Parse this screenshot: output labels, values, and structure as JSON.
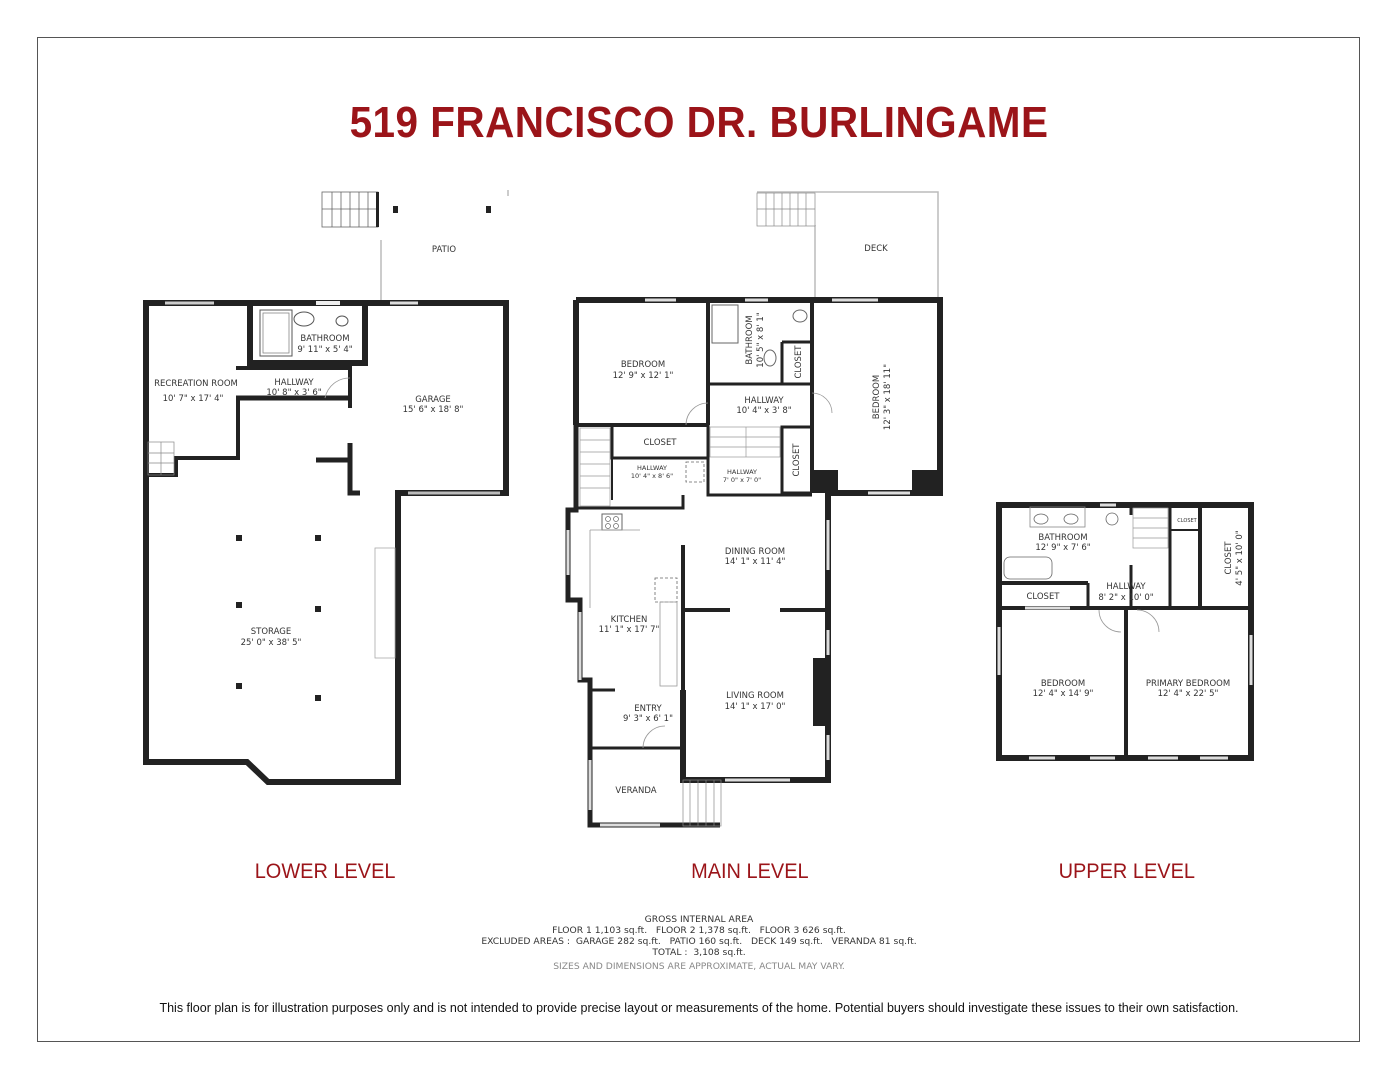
{
  "title": "519 FRANCISCO DR. BURLINGAME",
  "colors": {
    "accent": "#9b1419",
    "wall": "#222222",
    "text": "#333333",
    "frame": "#555555"
  },
  "levels": {
    "lower": {
      "label": "LOWER LEVEL",
      "outdoor": [
        {
          "name": "PATIO"
        }
      ],
      "rooms": [
        {
          "name": "RECREATION ROOM",
          "dims": "10' 7\" x 17' 4\""
        },
        {
          "name": "BATHROOM",
          "dims": "9' 11\" x 5' 4\""
        },
        {
          "name": "HALLWAY",
          "dims": "10' 8\" x 3' 6\""
        },
        {
          "name": "GARAGE",
          "dims": "15' 6\" x 18' 8\""
        },
        {
          "name": "STORAGE",
          "dims": "25' 0\" x 38' 5\""
        }
      ]
    },
    "main": {
      "label": "MAIN LEVEL",
      "outdoor": [
        {
          "name": "DECK"
        },
        {
          "name": "VERANDA"
        }
      ],
      "rooms": [
        {
          "name": "BEDROOM",
          "dims": "12' 9\" x 12' 1\""
        },
        {
          "name": "BATHROOM",
          "dims": "10' 5\" x 8' 1\""
        },
        {
          "name": "CLOSET",
          "dims": ""
        },
        {
          "name": "BEDROOM",
          "dims": "12' 3\" x 18' 11\""
        },
        {
          "name": "HALLWAY",
          "dims": "10' 4\" x 3' 8\""
        },
        {
          "name": "CLOSET",
          "dims": ""
        },
        {
          "name": "CLOSET",
          "dims": ""
        },
        {
          "name": "HALLWAY",
          "dims": "10' 4\" x 8' 6\""
        },
        {
          "name": "HALLWAY",
          "dims": "7' 0\" x 7' 0\""
        },
        {
          "name": "DINING ROOM",
          "dims": "14' 1\" x 11' 4\""
        },
        {
          "name": "KITCHEN",
          "dims": "11' 1\" x 17' 7\""
        },
        {
          "name": "LIVING ROOM",
          "dims": "14' 1\" x 17' 0\""
        },
        {
          "name": "ENTRY",
          "dims": "9' 3\" x 6' 1\""
        }
      ]
    },
    "upper": {
      "label": "UPPER LEVEL",
      "rooms": [
        {
          "name": "BATHROOM",
          "dims": "12' 9\" x 7' 6\""
        },
        {
          "name": "CLOSET",
          "dims": ""
        },
        {
          "name": "CLOSET",
          "dims": "4' 5\" x 10' 0\""
        },
        {
          "name": "HALLWAY",
          "dims": "8' 2\" x 10' 0\""
        },
        {
          "name": "CLOSET",
          "dims": ""
        },
        {
          "name": "BEDROOM",
          "dims": "12' 4\" x 14' 9\""
        },
        {
          "name": "PRIMARY BEDROOM",
          "dims": "12' 4\" x 22' 5\""
        }
      ]
    }
  },
  "area_summary": {
    "heading": "GROSS INTERNAL AREA",
    "floors": "FLOOR 1 1,103 sq.ft.   FLOOR 2 1,378 sq.ft.   FLOOR 3 626 sq.ft.",
    "excluded": "EXCLUDED AREAS :  GARAGE 282 sq.ft.   PATIO 160 sq.ft.   DECK 149 sq.ft.   VERANDA 81 sq.ft.",
    "total": "TOTAL :  3,108 sq.ft.",
    "note": "SIZES AND DIMENSIONS ARE APPROXIMATE, ACTUAL MAY VARY."
  },
  "disclaimer": "This floor plan is for illustration purposes only and is not intended to provide precise layout or measurements of the home. Potential buyers should investigate these issues to their own satisfaction."
}
